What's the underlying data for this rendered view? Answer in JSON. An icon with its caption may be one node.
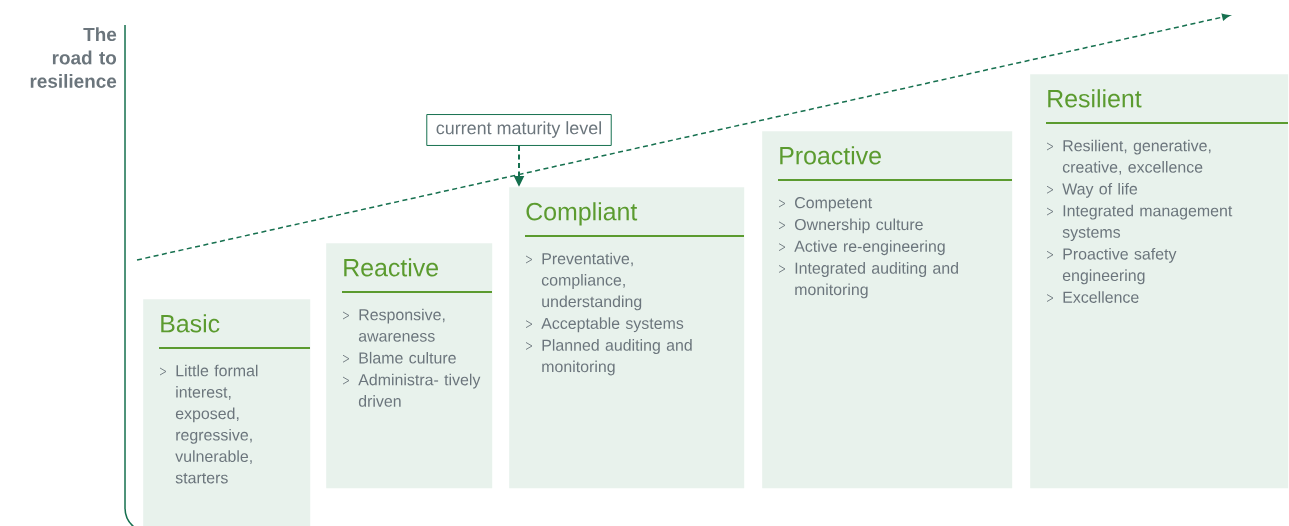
{
  "diagram": {
    "title": "The road to resilience",
    "nodes": [
      {
        "text": [
          "Basic",
          "Little formal interest, exposed, regressive, vulnerable, starters"
        ]
      },
      {
        "text": [
          "Reactive",
          "Responsive, awareness",
          "Blame culture",
          "Administra- tively driven"
        ]
      },
      {
        "text": [
          "current maturity level"
        ]
      },
      {
        "text": [
          "Compliant",
          "Preventative, compliance, understanding",
          "Acceptable systems",
          "Planned auditing and monitoring"
        ]
      },
      {
        "text": [
          "Proactive",
          "Competent",
          "Ownership culture",
          "Active re-engineering",
          "Integrated auditing and monitoring"
        ]
      },
      {
        "text": [
          "Resilient",
          "Resilient, generative, creative, excellence",
          "Way of life",
          "Integrated management systems",
          "Proactive safety engineering",
          "Excellence"
        ]
      }
    ],
    "edges": [
      {
        "from": 2,
        "to": 3,
        "arrow": "to",
        "style": "dashed"
      }
    ]
  }
}
